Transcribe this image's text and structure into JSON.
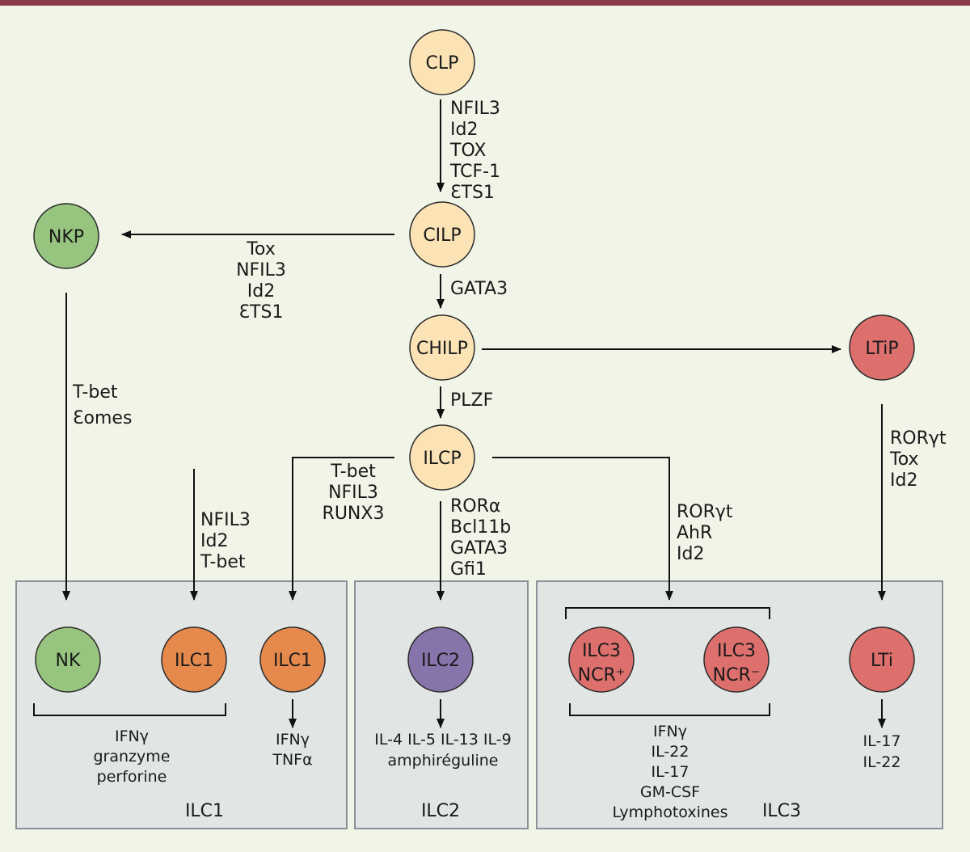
{
  "colors": {
    "top_bar": "#8c3a4a",
    "background": "#f1f5e8",
    "group_box_fill": "#e1e6e5",
    "group_box_stroke": "#8a9299",
    "progenitor_fill": "#fbe3b6",
    "nk_fill": "#97c47e",
    "ilc1_fill": "#e58a4c",
    "ilc2_fill": "#8774ab",
    "ilc3_fill": "#dd6f6d",
    "node_stroke": "#2b2b2b",
    "arrow": "#111111"
  },
  "nodes": {
    "clp": "CLP",
    "cilp": "CILP",
    "nkp": "NKP",
    "chilp": "CHILP",
    "ltip": "LTiP",
    "ilcp": "ILCP",
    "nk": "NK",
    "ilc1_a": "ILC1",
    "ilc1_b": "ILC1",
    "ilc2": "ILC2",
    "ilc3_pos_line1": "ILC3",
    "ilc3_pos_line2": "NCR⁺",
    "ilc3_neg_line1": "ILC3",
    "ilc3_neg_line2": "NCR⁻",
    "lti": "LTi"
  },
  "factors": {
    "clp_to_cilp": [
      "NFIL3",
      "Id2",
      "TOX",
      "TCF-1",
      "ƐTS1"
    ],
    "cilp_to_nkp": [
      "Tox",
      "NFIL3",
      "Id2",
      "ƐTS1"
    ],
    "cilp_to_chilp": [
      "GATA3"
    ],
    "chilp_to_ilcp": [
      "PLZF"
    ],
    "nkp_to_nk": [
      "T-bet",
      "Ɛomes"
    ],
    "to_ilc1_a": [
      "NFIL3",
      "Id2",
      "T-bet"
    ],
    "ilcp_to_ilc1_b": [
      "T-bet",
      "NFIL3",
      "RUNX3"
    ],
    "ilcp_to_ilc2": [
      "RORα",
      "Bcl11b",
      "GATA3",
      "Gfi1"
    ],
    "ilcp_to_ilc3": [
      "RORγt",
      "AhR",
      "Id2"
    ],
    "ltip_to_lti": [
      "RORγt",
      "Tox",
      "Id2"
    ]
  },
  "outputs": {
    "nk_ilc1": [
      "IFNγ",
      "granzyme",
      "perforine"
    ],
    "ilc1_b": [
      "IFNγ",
      "TNFα"
    ],
    "ilc2": [
      "IL-4 IL-5 IL-13 IL-9",
      "amphiréguline"
    ],
    "ilc3": [
      "IFNγ",
      "IL-22",
      "IL-17",
      "GM-CSF",
      "Lymphotoxines"
    ],
    "lti": [
      "IL-17",
      "IL-22"
    ]
  },
  "groups": {
    "ilc1": "ILC1",
    "ilc2": "ILC2",
    "ilc3": "ILC3"
  }
}
